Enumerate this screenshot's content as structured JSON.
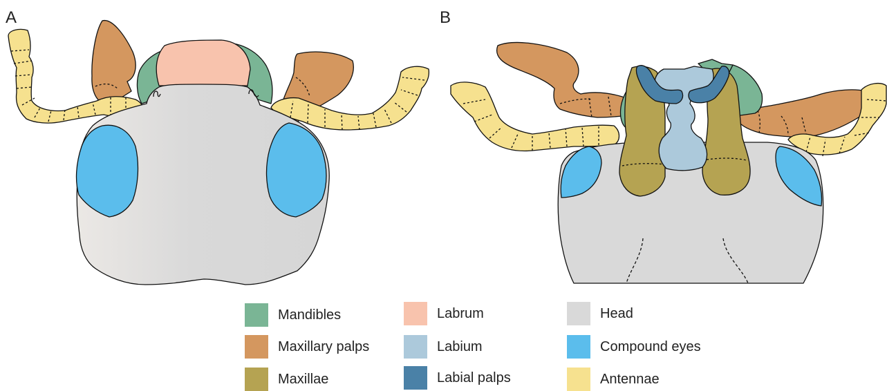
{
  "panels": {
    "a": "A",
    "b": "B"
  },
  "colors": {
    "mandibles": "#7ab595",
    "labrum": "#f8c3ad",
    "head": "#d9d9d9",
    "maxillary_palps": "#d4975f",
    "labium": "#acc9db",
    "compound_eyes": "#5bbdec",
    "maxillae": "#b5a352",
    "labial_palps": "#4a81a7",
    "antennae": "#f6e18f"
  },
  "legend": [
    {
      "name": "mandibles",
      "label": "Mandibles",
      "color": "#7ab595"
    },
    {
      "name": "labrum",
      "label": "Labrum",
      "color": "#f8c3ad"
    },
    {
      "name": "head",
      "label": "Head",
      "color": "#d9d9d9"
    },
    {
      "name": "maxillary-palps",
      "label": "Maxillary palps",
      "color": "#d4975f"
    },
    {
      "name": "labium",
      "label": "Labium",
      "color": "#acc9db"
    },
    {
      "name": "compound-eyes",
      "label": "Compound eyes",
      "color": "#5bbdec"
    },
    {
      "name": "maxillae",
      "label": "Maxillae",
      "color": "#b5a352"
    },
    {
      "name": "labial-palps",
      "label": "Labial palps",
      "color": "#4a81a7"
    },
    {
      "name": "antennae",
      "label": "Antennae",
      "color": "#f6e18f"
    }
  ]
}
